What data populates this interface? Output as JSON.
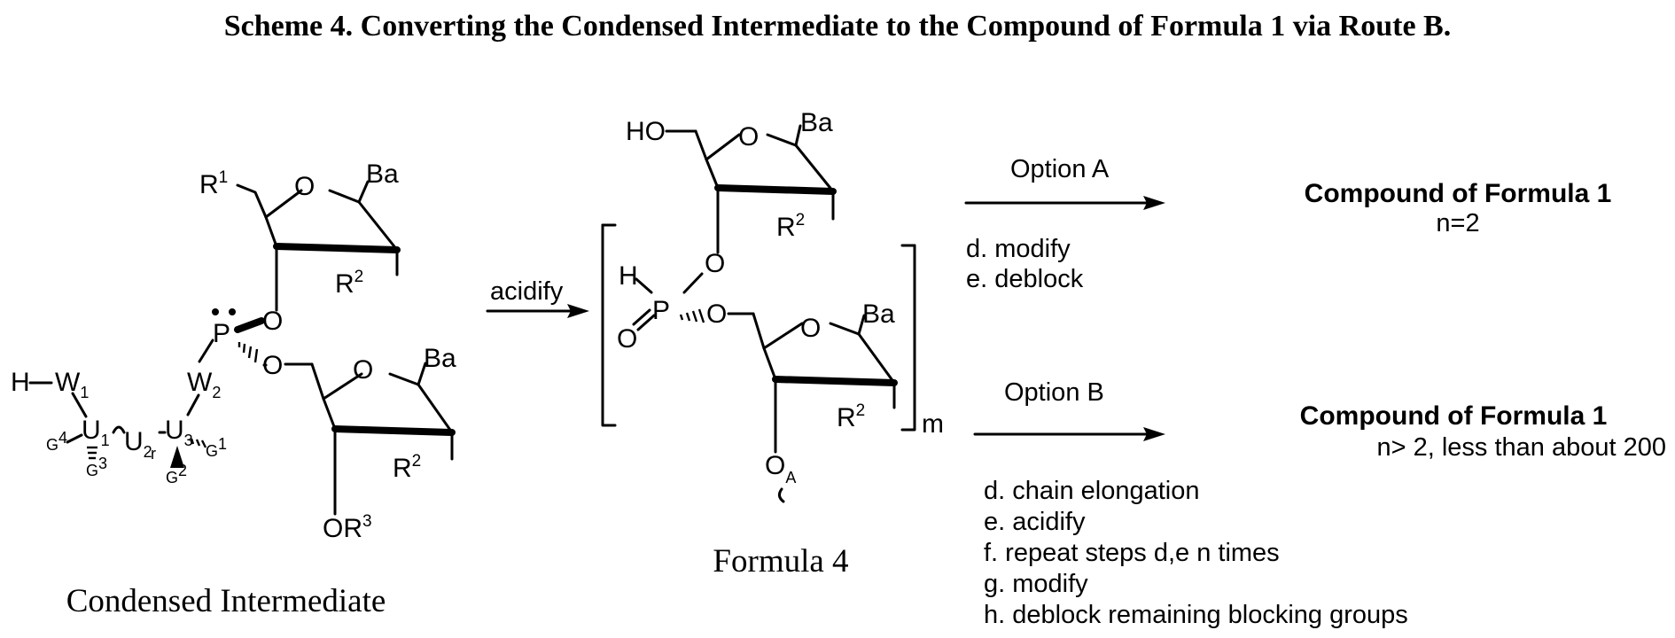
{
  "title": "Scheme 4. Converting the Condensed Intermediate to the Compound of Formula 1 via Route B.",
  "condensed": {
    "caption": "Condensed Intermediate",
    "r1": "R",
    "r1_sup": "1",
    "o": "O",
    "ba": "Ba",
    "r2": "R",
    "r2_sup": "2",
    "p": "P",
    "or3": "OR",
    "or3_sup": "3",
    "h": "H",
    "w1": "W",
    "w1_sub": "1",
    "w2": "W",
    "w2_sub": "2",
    "u1": "U",
    "u1_sub": "1",
    "u2": "U",
    "u2_sub": "2",
    "u3": "U",
    "u3_sub": "3",
    "r_sub": "r",
    "g1": "G",
    "g1_sup": "1",
    "g2": "G",
    "g2_sup": "2",
    "g3": "G",
    "g3_sup": "3",
    "g4": "G",
    "g4_sup": "4"
  },
  "reagent_acidify": "acidify",
  "formula4": {
    "caption": "Formula 4",
    "ho": "HO",
    "o": "O",
    "ba": "Ba",
    "r2": "R",
    "r2_sup": "2",
    "h": "H",
    "p": "P",
    "oa": "O",
    "oa_sub": "A",
    "m": "m"
  },
  "option_a": {
    "label": "Option A",
    "steps": [
      "d. modify",
      "e. deblock"
    ],
    "product": "Compound of Formula 1",
    "condition": "n=2"
  },
  "option_b": {
    "label": "Option B",
    "steps": [
      "d. chain elongation",
      "e. acidify",
      "f. repeat steps d,e n times",
      "g. modify",
      "h. deblock remaining blocking groups"
    ],
    "product": "Compound of Formula 1",
    "condition": "n> 2, less than about 200"
  }
}
